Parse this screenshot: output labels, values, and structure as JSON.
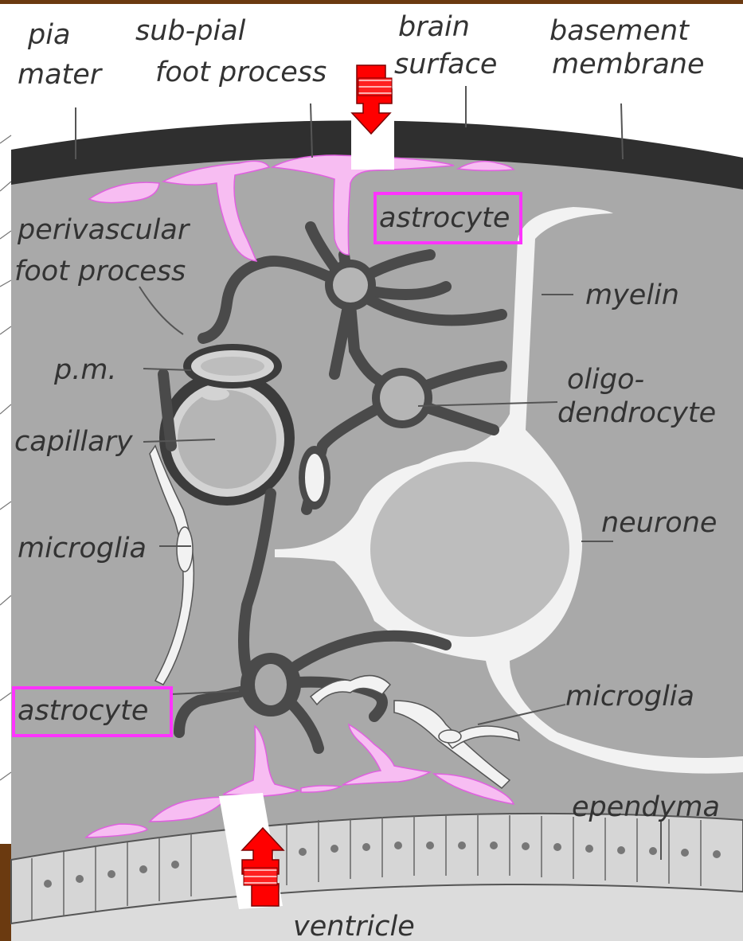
{
  "labels": {
    "pia_mater_1": "pia",
    "pia_mater_2": "mater",
    "sub_pial_1": "sub-pial",
    "sub_pial_2": "foot process",
    "brain_surface_1": "brain",
    "brain_surface_2": "surface",
    "basement_1": "basement",
    "basement_2": "membrane",
    "astrocyte_top": "astrocyte",
    "perivascular_1": "perivascular",
    "perivascular_2": "foot process",
    "myelin": "myelin",
    "pm": "p.m.",
    "oligo_1": "oligo-",
    "oligo_2": "dendrocyte",
    "capillary": "capillary",
    "neurone": "neurone",
    "microglia_left": "microglia",
    "microglia_right": "microglia",
    "astrocyte_bottom": "astrocyte",
    "ependyma": "ependyma",
    "ventricle": "ventricle"
  },
  "colors": {
    "tissue": "#a9a9a9",
    "membrane": "#2f2f2f",
    "astrocyte_process": "#4a4a4a",
    "foot_process_fill": "#f7bdf2",
    "highlight_box": "#ff33ff",
    "arrow": "#ff0000",
    "frame": "#6b3a10"
  }
}
